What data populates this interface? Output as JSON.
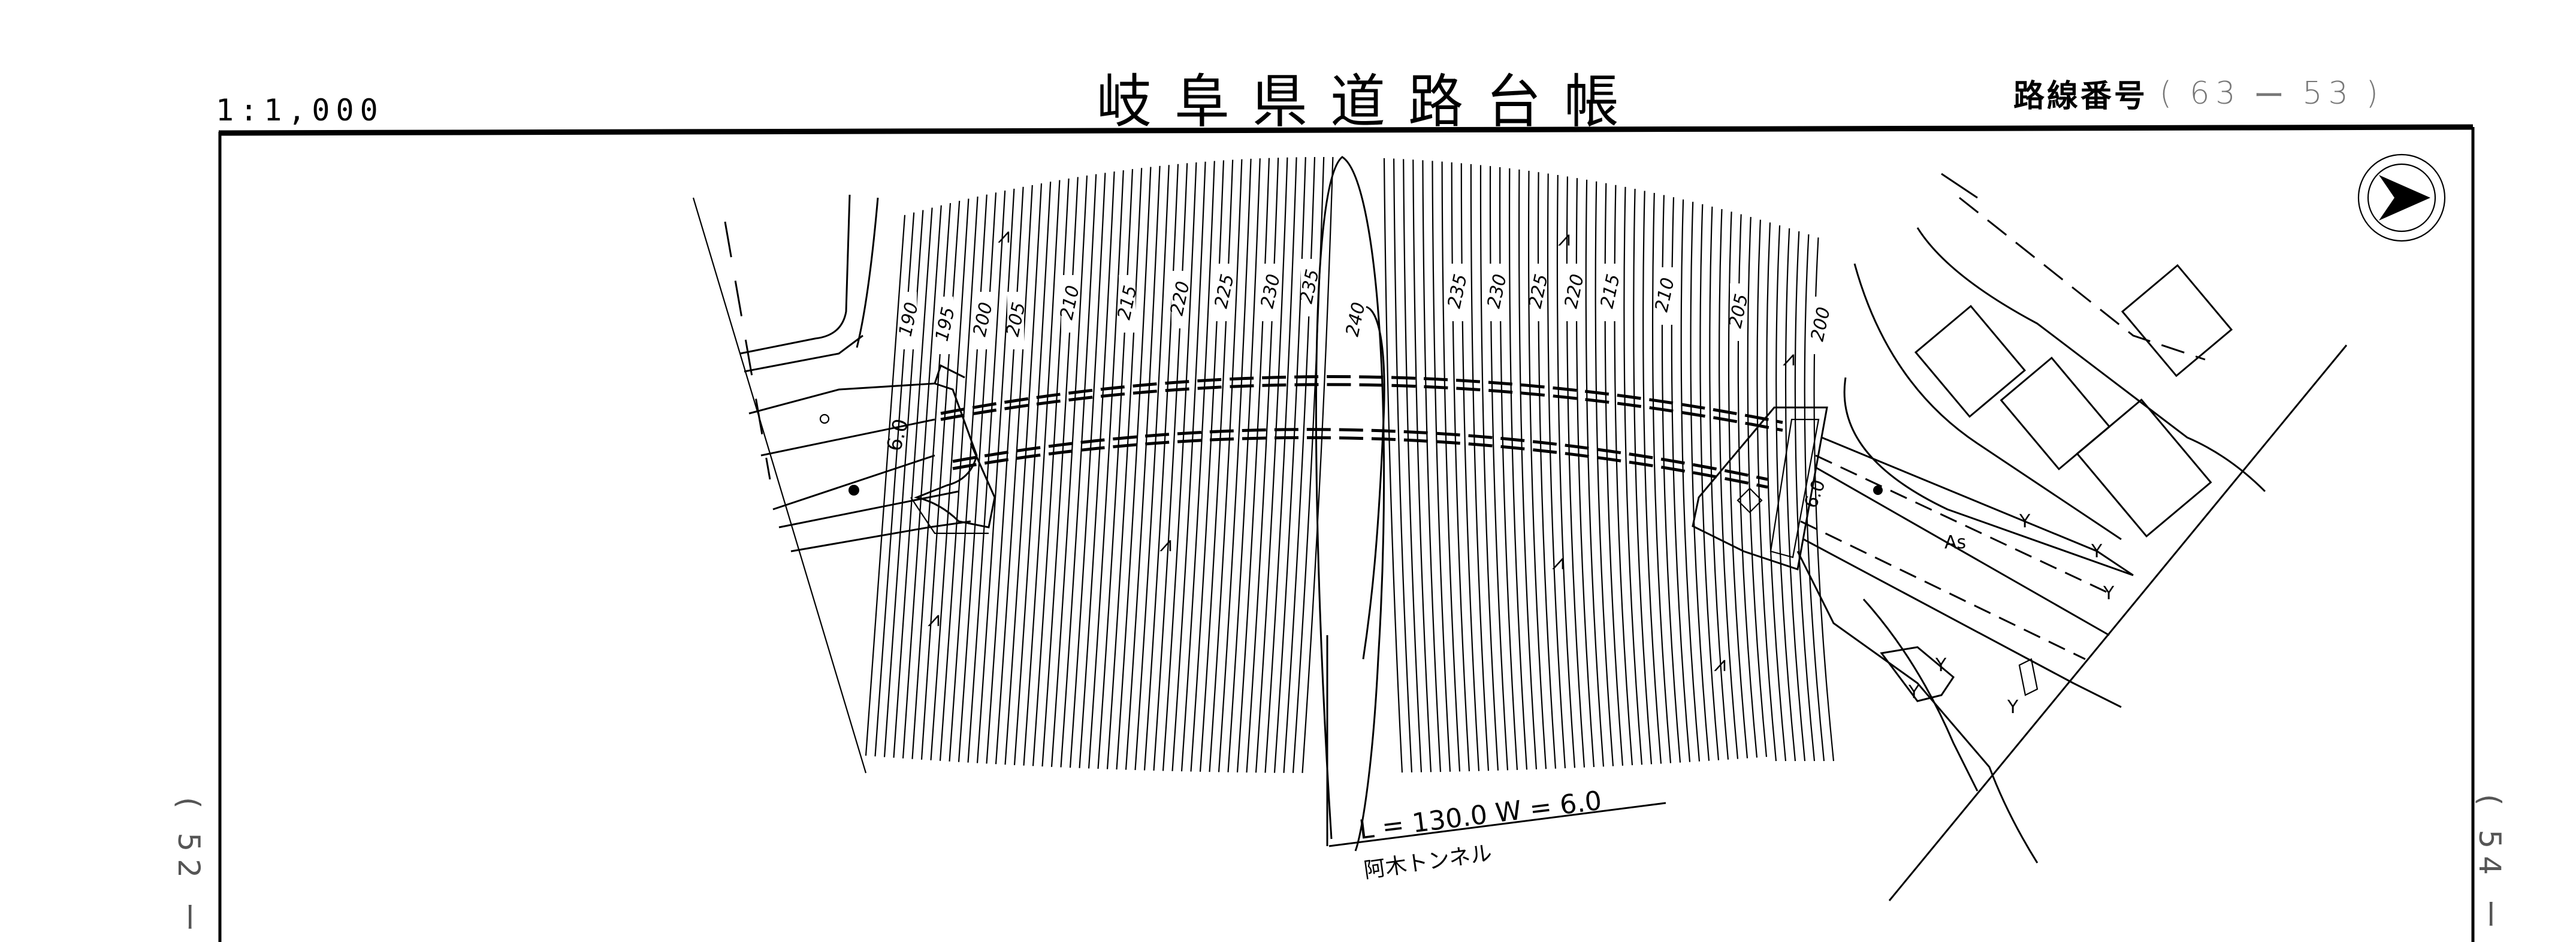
{
  "header": {
    "title": "岐阜県道路台帳",
    "scale": "1:1,000",
    "route_label": "路線番号",
    "route_open": "(",
    "route_major": "63",
    "route_dash": "ー",
    "route_minor": "53",
    "route_close": ")"
  },
  "adjacent_sheets": {
    "left": "( 52 ー",
    "right": "( 54 ー"
  },
  "map": {
    "north_arrow": "north-arrow-icon",
    "contour_labels": [
      "190",
      "195",
      "200",
      "205",
      "210",
      "215",
      "220",
      "225",
      "230",
      "235",
      "240",
      "235",
      "230",
      "225",
      "220",
      "215",
      "210",
      "205",
      "200"
    ],
    "tunnel_spec": "L = 130.0   W = 6.0",
    "tunnel_name": "阿木トンネル",
    "road_width_left": "6.0",
    "road_width_right": "6.0",
    "pavement": "As",
    "vegetation_symbol": "Y",
    "wasteland_symbol": "⩘"
  }
}
